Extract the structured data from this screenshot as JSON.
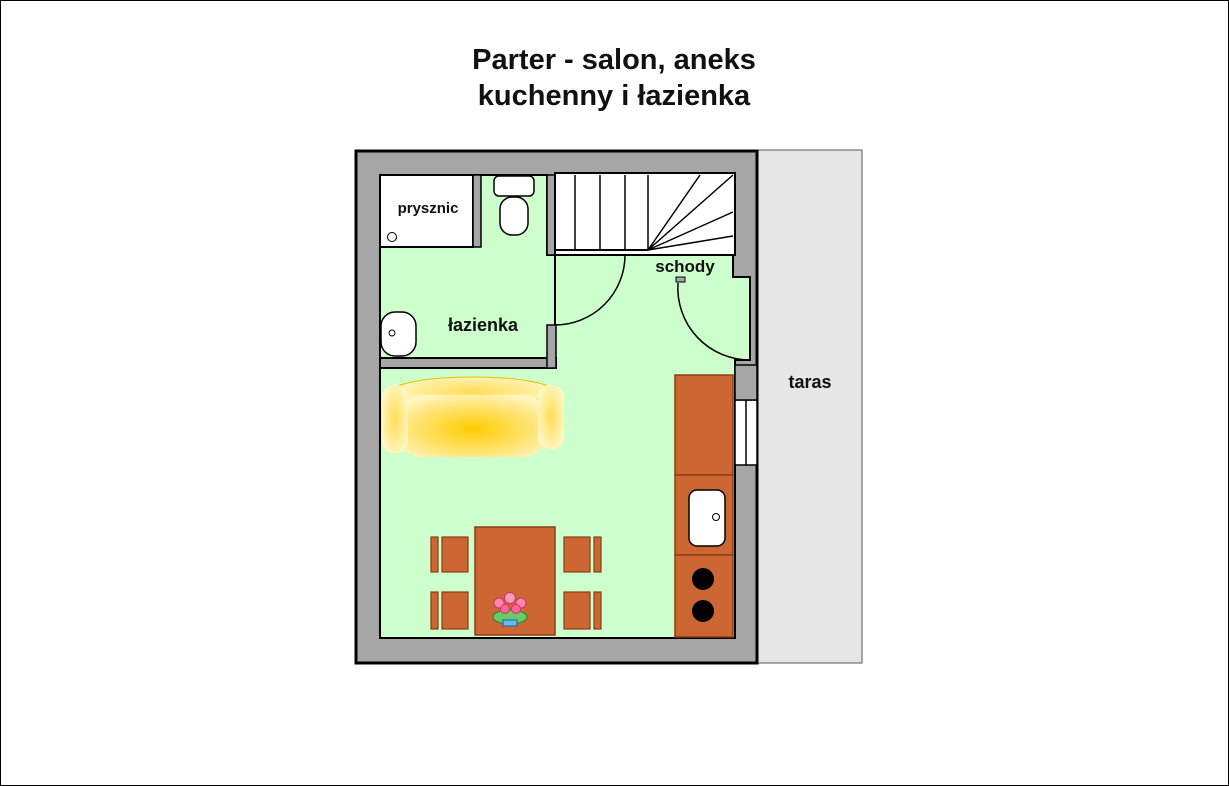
{
  "title": {
    "line1": "Parter - salon, aneks",
    "line2": "kuchenny i łazienka"
  },
  "rooms": {
    "shower": "prysznic",
    "bathroom": "łazienka",
    "stairs": "schody",
    "terrace": "taras"
  },
  "colors": {
    "floor": "#ccffcc",
    "wall": "#a6a6a6",
    "terrace": "#e6e6e6",
    "kitchen_counter": "#cc6633",
    "table": "#cc6633",
    "sofa": "#ffcc33"
  }
}
